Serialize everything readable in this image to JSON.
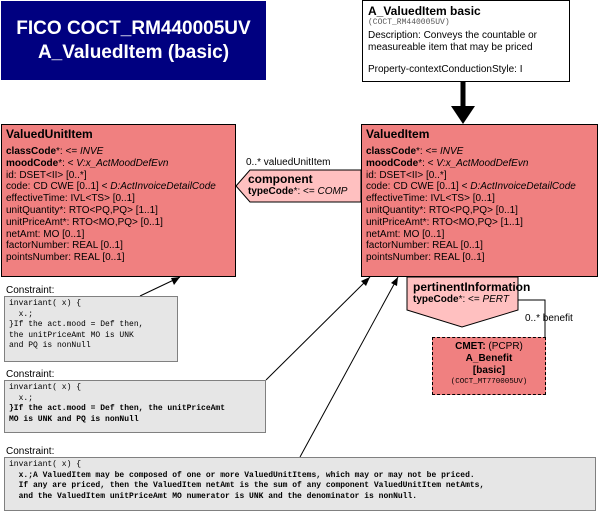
{
  "title": {
    "line1": "FICO COCT_RM440005UV",
    "line2": "A_ValuedItem (basic)"
  },
  "entry_point": {
    "name": "A_ValuedItem basic",
    "code": "(COCT_RM440005UV)",
    "description": "Description: Conveys the countable or measureable item that may be priced",
    "style": "Property-contextConductionStyle: I"
  },
  "valued_unit_item": {
    "title": "ValuedUnitItem",
    "attributes": [
      {
        "name": "classCode",
        "rest": "*: <= ",
        "italic": "INVE"
      },
      {
        "name": "moodCode",
        "rest": "*: < ",
        "italic": "V:x_ActMoodDefEvn"
      },
      {
        "name": "",
        "rest": "id: DSET<II> [0..*]",
        "italic": ""
      },
      {
        "name": "",
        "rest": "code: CD CWE [0..1] < ",
        "italic": "D:ActInvoiceDetailCode"
      },
      {
        "name": "",
        "rest": "effectiveTime: IVL<TS> [0..1]",
        "italic": ""
      },
      {
        "name": "",
        "rest": "unitQuantity*: RTO<PQ,PQ> [1..1]",
        "italic": ""
      },
      {
        "name": "",
        "rest": "unitPriceAmt*: RTO<MO,PQ> [0..1]",
        "italic": ""
      },
      {
        "name": "",
        "rest": "netAmt: MO [0..1]",
        "italic": ""
      },
      {
        "name": "",
        "rest": "factorNumber: REAL [0..1]",
        "italic": ""
      },
      {
        "name": "",
        "rest": "pointsNumber: REAL [0..1]",
        "italic": ""
      }
    ]
  },
  "valued_item": {
    "title": "ValuedItem",
    "attributes": [
      {
        "name": "classCode",
        "rest": "*: <= ",
        "italic": "INVE"
      },
      {
        "name": "moodCode",
        "rest": "*: < ",
        "italic": "V:x_ActMoodDefEvn"
      },
      {
        "name": "",
        "rest": "id: DSET<II> [0..*]",
        "italic": ""
      },
      {
        "name": "",
        "rest": "code: CD CWE [0..1] < ",
        "italic": "D:ActInvoiceDetailCode"
      },
      {
        "name": "",
        "rest": "effectiveTime: IVL<TS> [0..1]",
        "italic": ""
      },
      {
        "name": "",
        "rest": "unitQuantity*: RTO<PQ,PQ> [0..1]",
        "italic": ""
      },
      {
        "name": "",
        "rest": "unitPriceAmt*: RTO<MO,PQ> [1..1]",
        "italic": ""
      },
      {
        "name": "",
        "rest": "netAmt: MO [0..1]",
        "italic": ""
      },
      {
        "name": "",
        "rest": "factorNumber: REAL [0..1]",
        "italic": ""
      },
      {
        "name": "",
        "rest": "pointsNumber: REAL [0..1]",
        "italic": ""
      }
    ]
  },
  "component": {
    "name": "component",
    "type_code_label": "typeCode",
    "type_code_rest": "*: <= ",
    "type_code_value": "COMP",
    "multiplicity": "0..* valuedUnitItem"
  },
  "pertinent": {
    "name": "pertinentInformation",
    "type_code_label": "typeCode",
    "type_code_rest": "*: <= ",
    "type_code_value": "PERT",
    "multiplicity": "0..* benefit"
  },
  "cmet": {
    "label": "CMET:",
    "kind": " (PCPR)",
    "name": "A_Benefit",
    "flavor": "[basic]",
    "code": "(COCT_MT770005UV)"
  },
  "constraints": [
    {
      "label": "Constraint:",
      "lines": [
        "invariant( x) {",
        "  x.;",
        "}If the act.mood = Def then,",
        "the unitPriceAmt MO is UNK",
        "and PQ is nonNull"
      ]
    },
    {
      "label": "Constraint:",
      "lines": [
        "invariant( x) {",
        "  x.;",
        "}If the act.mood = Def then, the unitPriceAmt",
        "MO is UNK and PQ is nonNull"
      ]
    },
    {
      "label": "Constraint:",
      "lines": [
        "invariant( x) {",
        "  x.;A ValuedItem may be composed of one or more ValuedUnitItems, which may or may not be priced.",
        "  If any are priced, then the ValuedItem netAmt is the sum of any component ValuedUnitItem netAmts,",
        "  and the ValuedItem unitPriceAmt MO numerator is UNK and the denominator is nonNull."
      ]
    }
  ],
  "colors": {
    "title_bg": "#000080",
    "class_fill": "#f08080",
    "shape_fill": "#ffc0c0",
    "note_fill": "#e6e6e6"
  }
}
